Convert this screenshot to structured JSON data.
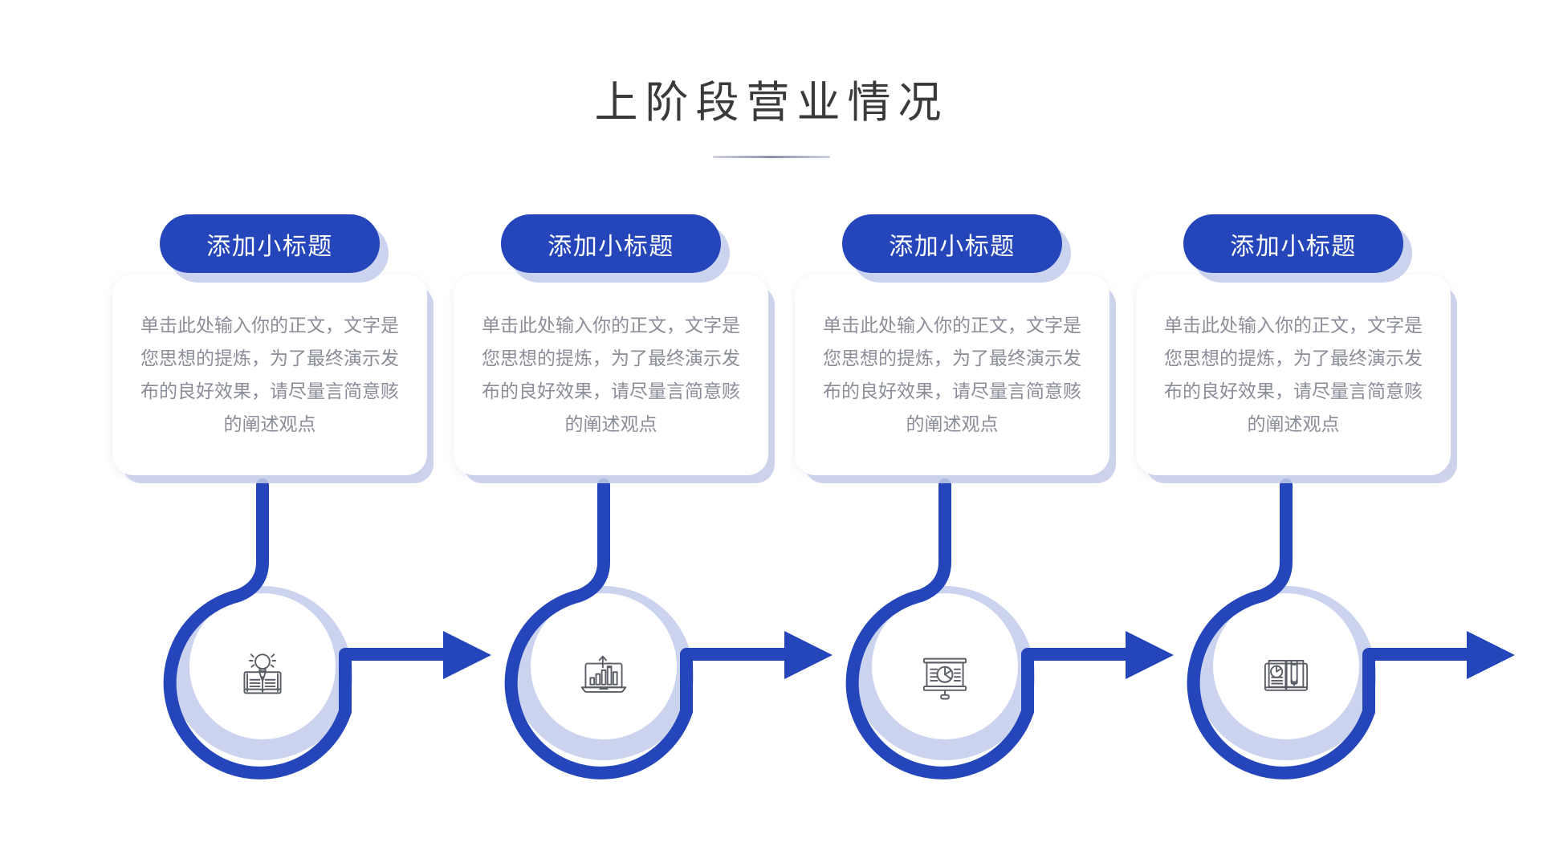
{
  "slide": {
    "title": "上阶段营业情况",
    "background_color": "#ffffff",
    "accent_color": "#2546ba",
    "shadow_color": "#ccd3ef",
    "title_color": "#3a3a3c",
    "body_text_color": "#8b8e99",
    "icon_stroke_color": "#5a5d66"
  },
  "columns": [
    {
      "badge_label": "添加小标题",
      "body_text": "单击此处输入你的正文，文字是您思想的提炼，为了最终演示发布的良好效果，请尽量言简意赅的阐述观点",
      "icon_name": "book-lightbulb-icon"
    },
    {
      "badge_label": "添加小标题",
      "body_text": "单击此处输入你的正文，文字是您思想的提炼，为了最终演示发布的良好效果，请尽量言简意赅的阐述观点",
      "icon_name": "laptop-bar-chart-icon"
    },
    {
      "badge_label": "添加小标题",
      "body_text": "单击此处输入你的正文，文字是您思想的提炼，为了最终演示发布的良好效果，请尽量言简意赅的阐述观点",
      "icon_name": "presentation-pie-chart-icon"
    },
    {
      "badge_label": "添加小标题",
      "body_text": "单击此处输入你的正文，文字是您思想的提炼，为了最终演示发布的良好效果，请尽量言简意赅的阐述观点",
      "icon_name": "book-pie-pencil-icon"
    }
  ]
}
